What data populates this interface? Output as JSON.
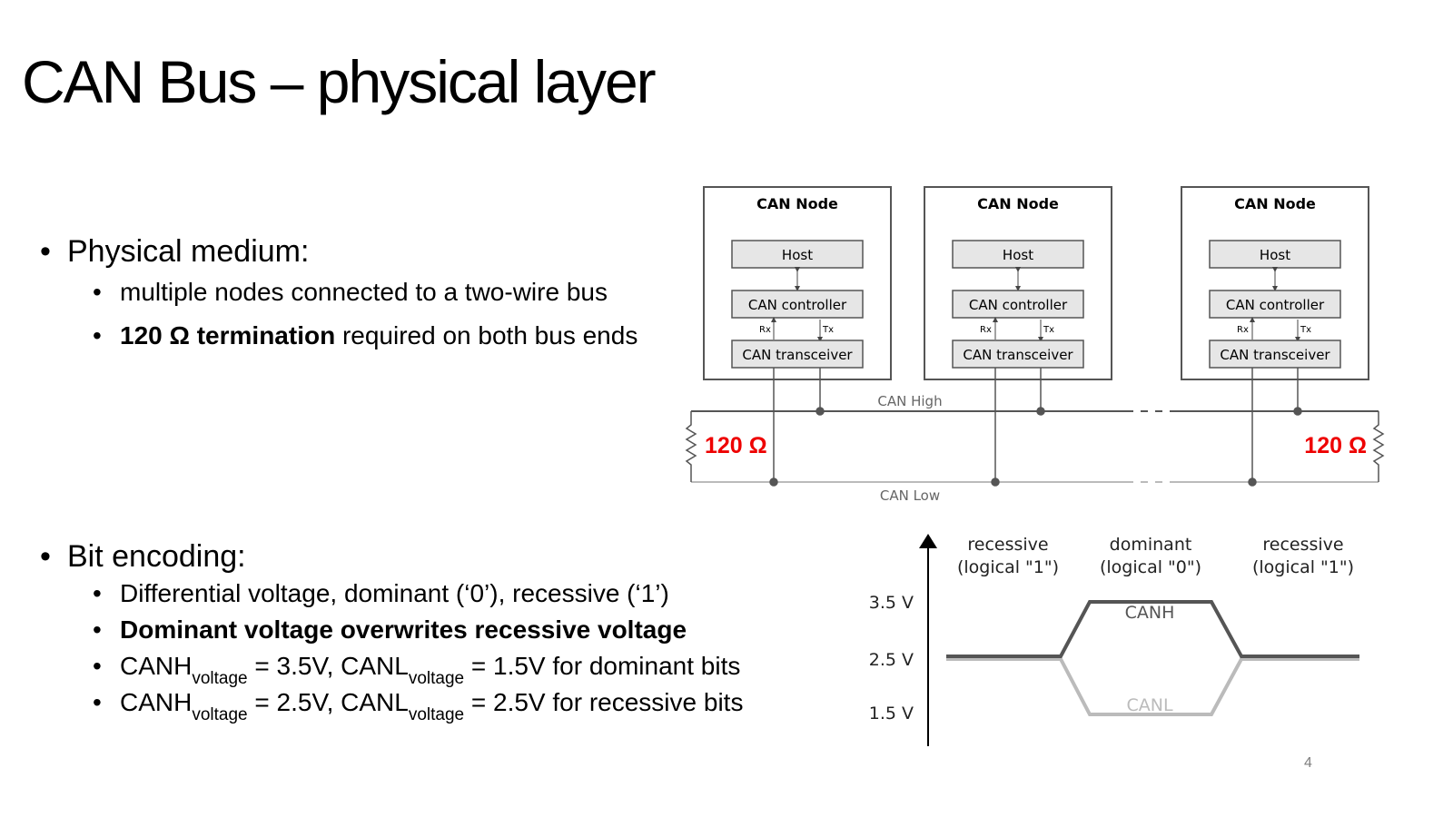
{
  "slide": {
    "title": "CAN Bus – physical layer",
    "page_number": "4"
  },
  "physical_medium": {
    "heading": "Physical medium:",
    "items": [
      "multiple nodes connected to a two-wire bus"
    ],
    "termination": {
      "bold": "120 Ω termination",
      "rest": " required on both bus ends"
    }
  },
  "bit_encoding": {
    "heading": "Bit encoding:",
    "items": [
      "Differential voltage, dominant (‘0’), recessive (‘1’)",
      "Dominant voltage overwrites recessive voltage"
    ],
    "dominant_line": {
      "canh": "CANH",
      "sub1": "voltage",
      "mid": " = 3.5V, CANL",
      "sub2": "voltage",
      "end": " = 1.5V for dominant bits"
    },
    "recessive_line": {
      "canh": "CANH",
      "sub1": "voltage",
      "mid": " = 2.5V, CANL",
      "sub2": "voltage",
      "end": " = 2.5V for recessive bits"
    }
  },
  "bus_diagram": {
    "nodes": [
      {
        "title": "CAN Node",
        "host": "Host",
        "controller": "CAN controller",
        "transceiver": "CAN transceiver",
        "rx": "Rx",
        "tx": "Tx"
      },
      {
        "title": "CAN Node",
        "host": "Host",
        "controller": "CAN controller",
        "transceiver": "CAN transceiver",
        "rx": "Rx",
        "tx": "Tx"
      },
      {
        "title": "CAN Node",
        "host": "Host",
        "controller": "CAN controller",
        "transceiver": "CAN transceiver",
        "rx": "Rx",
        "tx": "Tx"
      }
    ],
    "can_high_label": "CAN High",
    "can_low_label": "CAN Low",
    "resistor_left": "120 Ω",
    "resistor_right": "120 Ω"
  },
  "signal_diagram": {
    "states": [
      {
        "name": "recessive",
        "logic": "(logical \"1\")"
      },
      {
        "name": "dominant",
        "logic": "(logical \"0\")"
      },
      {
        "name": "recessive",
        "logic": "(logical \"1\")"
      }
    ],
    "voltages": [
      "3.5 V",
      "2.5 V",
      "1.5 V"
    ],
    "canh_label": "CANH",
    "canl_label": "CANL",
    "canh_color": "#555555",
    "canl_color": "#bbbbbb"
  }
}
